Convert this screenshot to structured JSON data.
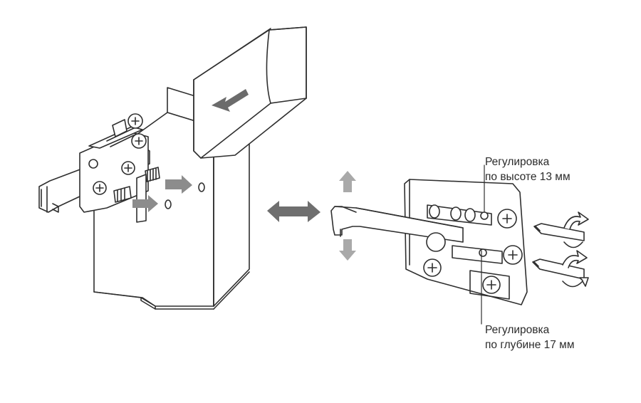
{
  "callouts": {
    "height_adjustment": {
      "line1": "Регулировка",
      "line2": "по высоте 13 мм"
    },
    "depth_adjustment": {
      "line1": "Регулировка",
      "line2": "по глубине 17 мм"
    }
  },
  "colors": {
    "line": "#2f2f2f",
    "arrow_gray": "#8c8c8c",
    "arrow_gray_light": "#a9a9a9",
    "background": "#ffffff"
  }
}
